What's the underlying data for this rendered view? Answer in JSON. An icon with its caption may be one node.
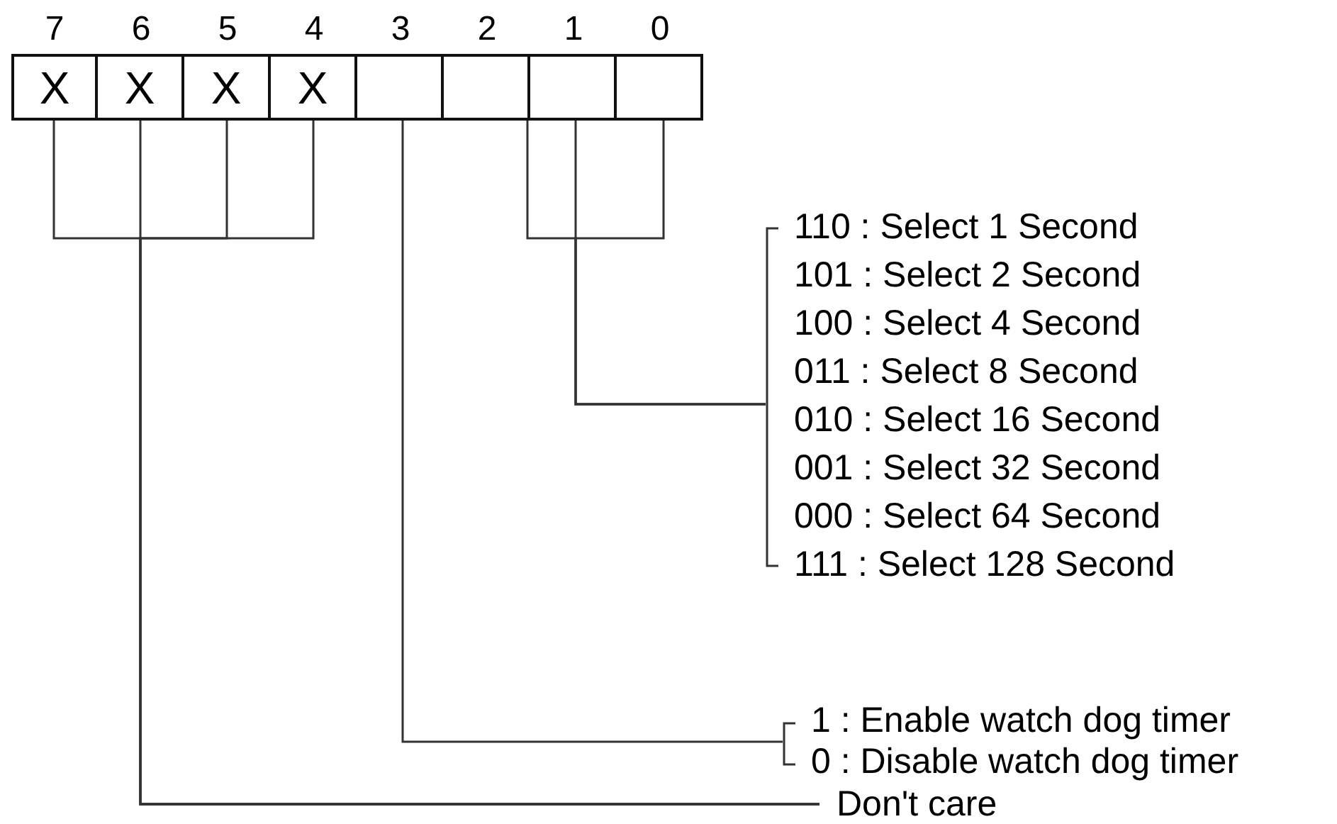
{
  "diagram": {
    "nodes": [
      {
        "text": [
          "X"
        ]
      },
      {
        "text": [
          "X"
        ]
      },
      {
        "text": [
          "X"
        ]
      },
      {
        "text": [
          "X"
        ]
      },
      {
        "text": [],
        "shape": "box"
      },
      {
        "text": [],
        "shape": "box"
      },
      {
        "text": [],
        "shape": "box"
      },
      {
        "text": [],
        "shape": "box"
      },
      {
        "text": [
          "110 : Select 1 Second",
          "101 : Select 2 Second",
          "100 : Select 4 Second",
          "011 : Select 8 Second",
          "010 : Select 16 Second",
          "001 : Select 32 Second",
          "000 : Select 64 Second",
          "111 : Select 128 Second"
        ]
      },
      {
        "text": [
          "1 : Enable watch dog timer",
          "0 : Disable watch dog timer"
        ]
      },
      {
        "text": [
          "Don't care"
        ]
      }
    ],
    "edges": [
      {
        "from": 5,
        "to": 8,
        "arrow": "none"
      },
      {
        "from": 6,
        "to": 8,
        "arrow": "none"
      },
      {
        "from": 7,
        "to": 8,
        "arrow": "none"
      },
      {
        "from": 4,
        "to": 9,
        "arrow": "none"
      },
      {
        "from": 0,
        "to": 10,
        "arrow": "none"
      },
      {
        "from": 1,
        "to": 10,
        "arrow": "none"
      },
      {
        "from": 2,
        "to": 10,
        "arrow": "none"
      },
      {
        "from": 3,
        "to": 10,
        "arrow": "none"
      }
    ],
    "labels": [
      "7",
      "6",
      "5",
      "4",
      "3",
      "2",
      "1",
      "0"
    ]
  }
}
